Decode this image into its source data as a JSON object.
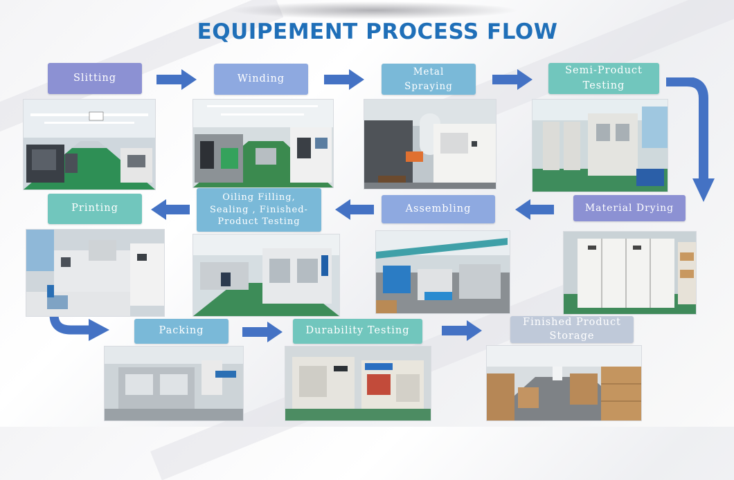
{
  "title": "EQUIPEMENT PROCESS FLOW",
  "steps": {
    "slitting": "Slitting",
    "winding": "Winding",
    "metal_spraying": [
      "Metal",
      "Spraying"
    ],
    "semi_product_testing": [
      "Semi-Product",
      "Testing"
    ],
    "material_drying": "Material Drying",
    "assembling": "Assembling",
    "oiling_filling": [
      "Oiling Filling,",
      "Sealing , Finished-",
      "Product Testing"
    ],
    "printing": "Printing",
    "packing": "Packing",
    "durability_testing": "Durability Testing",
    "finished_product_storage": [
      "Finished Product",
      "Storage"
    ]
  },
  "colors": {
    "title": "#1f6fb8",
    "arrow": "#4472c4",
    "purple": "#8c91d3",
    "blue": "#86a8dd",
    "teal": "#71c6bd",
    "cyan": "#7ab9d8",
    "grey": "#bfc9d9"
  },
  "photos": [
    "slitting-workshop-photo",
    "winding-workshop-photo",
    "metal-spraying-photo",
    "semi-product-testing-photo",
    "printing-line-photo",
    "oiling-filling-line-photo",
    "assembling-line-photo",
    "material-drying-ovens-photo",
    "packing-machine-photo",
    "durability-testing-chambers-photo",
    "finished-product-storage-photo"
  ]
}
